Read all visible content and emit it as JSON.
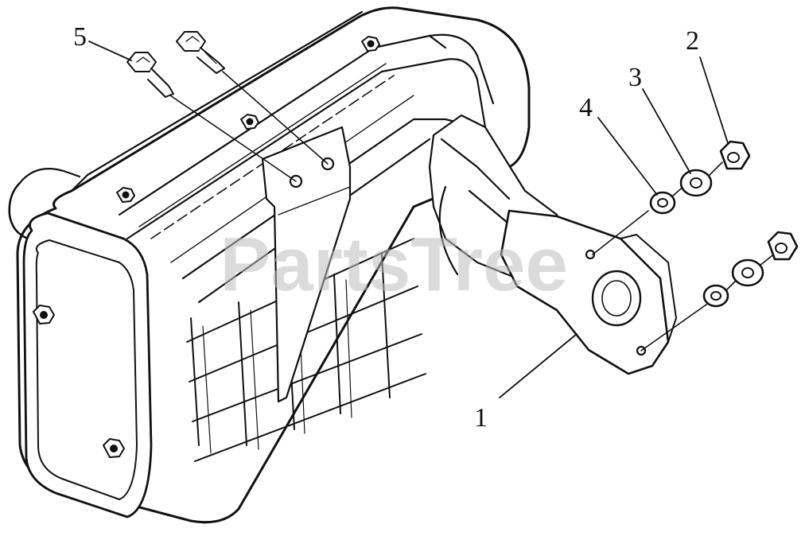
{
  "watermark": "PartsTree",
  "callouts": {
    "c1": "1",
    "c2": "2",
    "c3": "3",
    "c4": "4",
    "c5": "5"
  },
  "colors": {
    "ink": "#111111",
    "paper": "#ffffff",
    "watermark": "#bdbdbd"
  }
}
